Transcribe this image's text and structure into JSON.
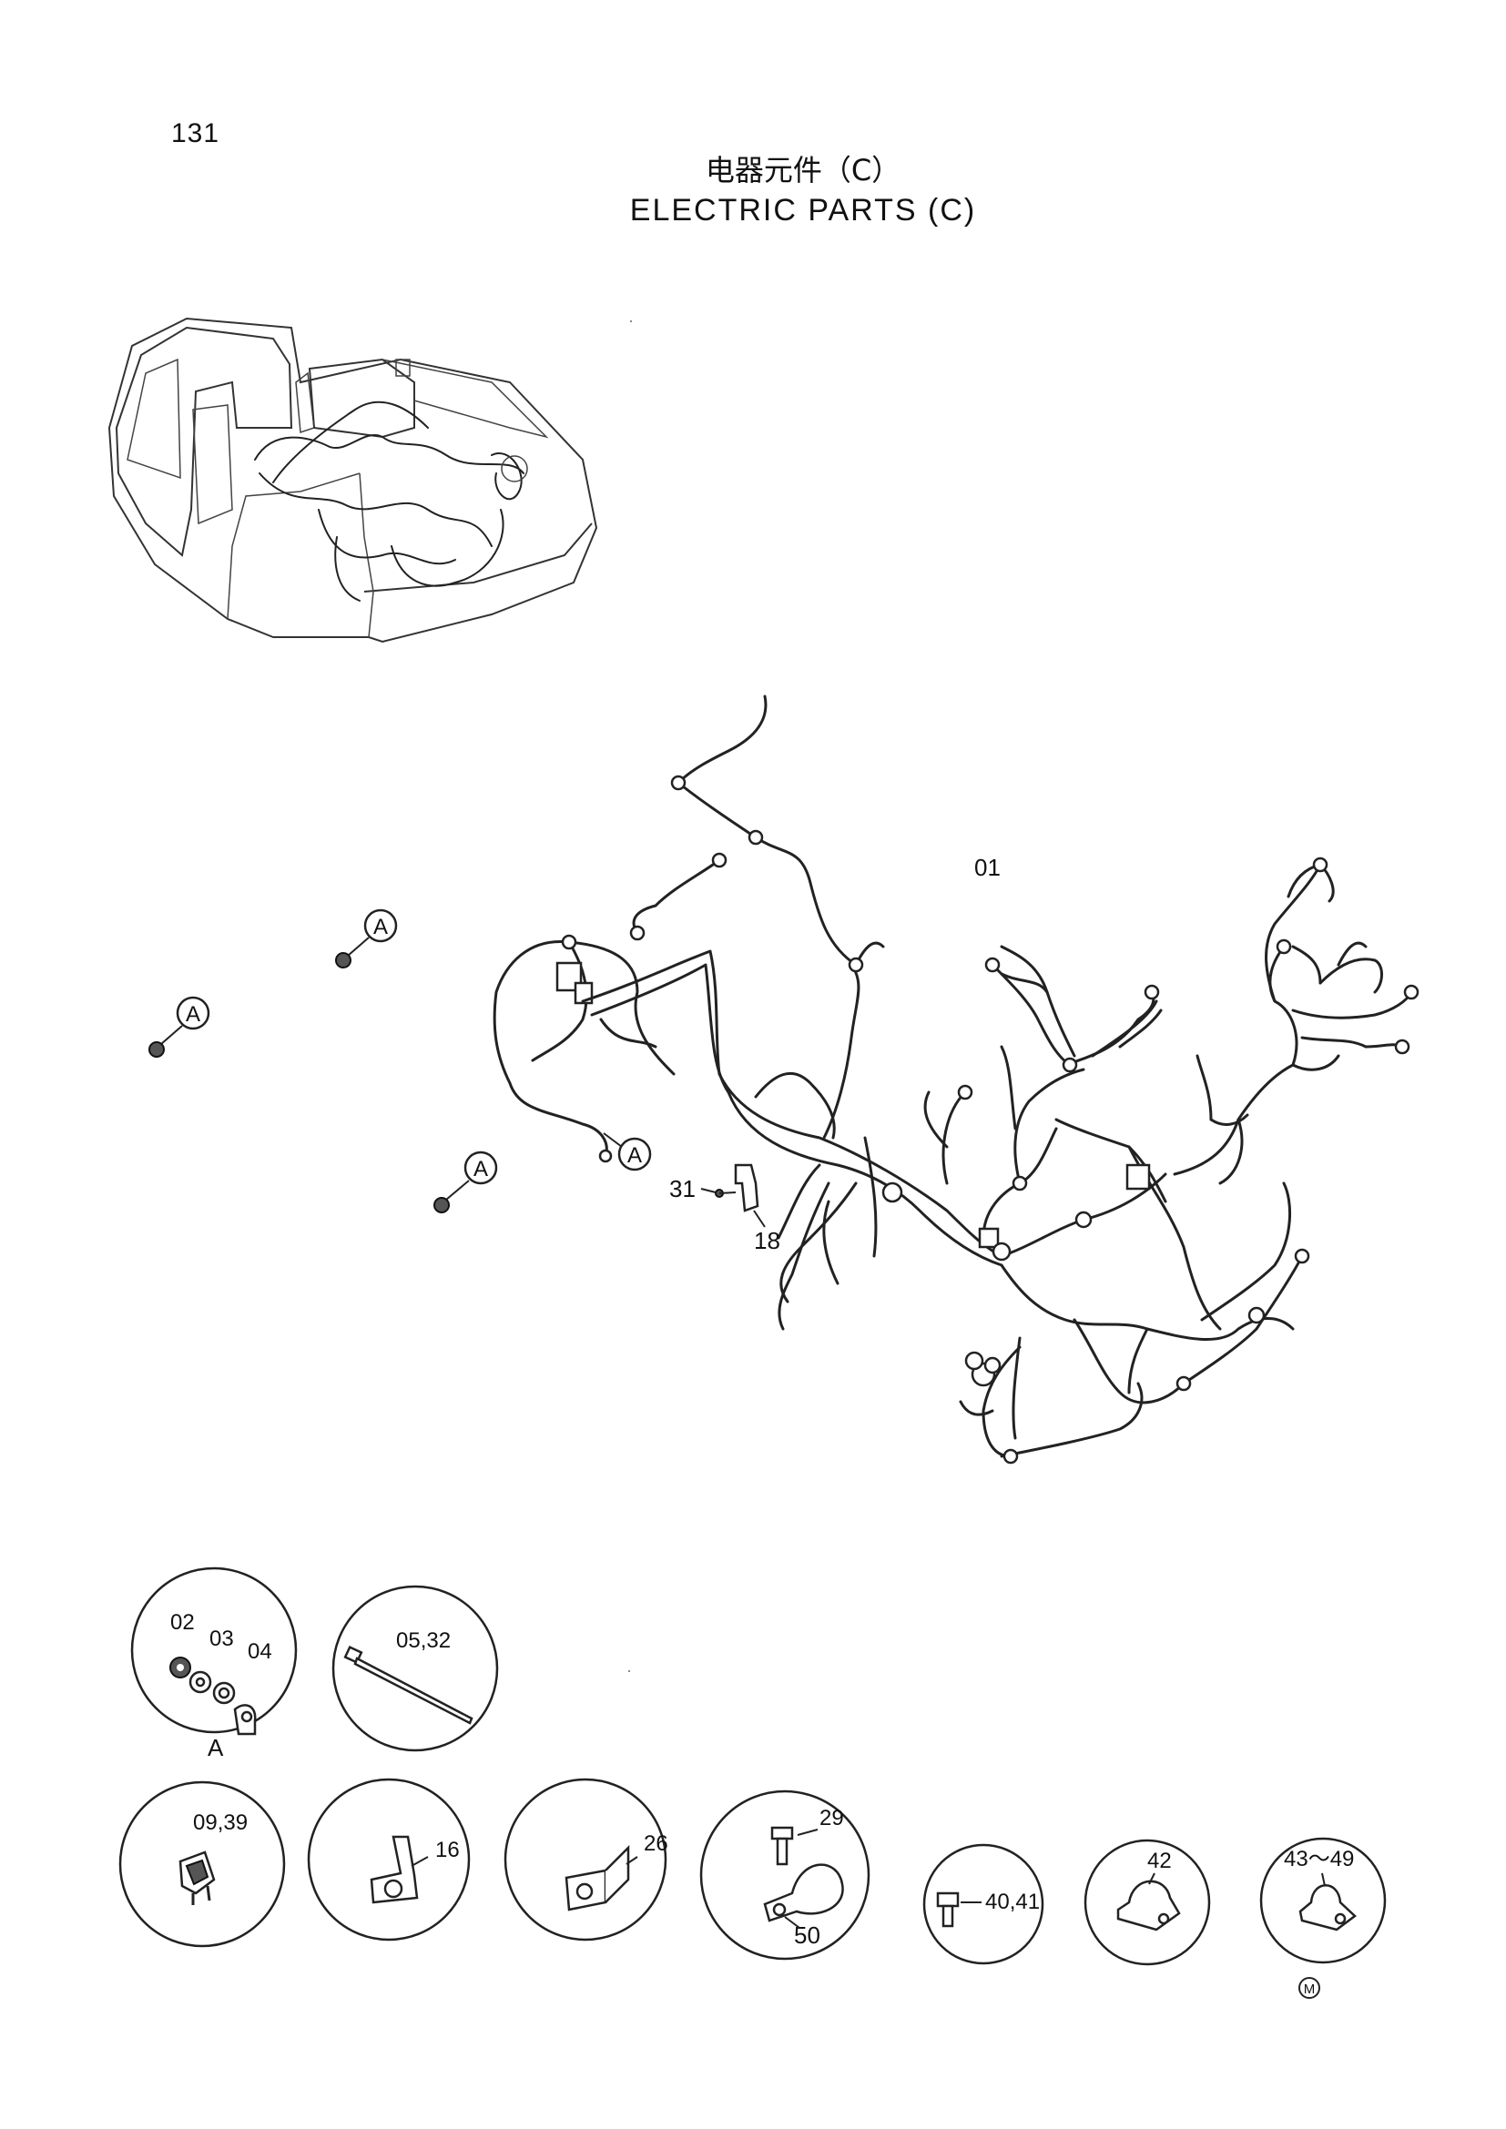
{
  "page_number": "131",
  "title_cn": "电器元件（C）",
  "title_en": "ELECTRIC PARTS (C)",
  "callouts": {
    "main_harness": "01",
    "ref_a": "A",
    "screw": "31",
    "bracket": "18"
  },
  "details": {
    "nut_set": {
      "labels": [
        "02",
        "03",
        "04"
      ],
      "letter": "A"
    },
    "cable_tie": "05,32",
    "clip_a": "09,39",
    "plate_16": "16",
    "bracket_26": "26",
    "clamp_29": "29",
    "clamp_50": "50",
    "bolt_40_41": "40,41",
    "clamp_42": "42",
    "clamp_43_49": "43～49",
    "mark_m": "M"
  }
}
